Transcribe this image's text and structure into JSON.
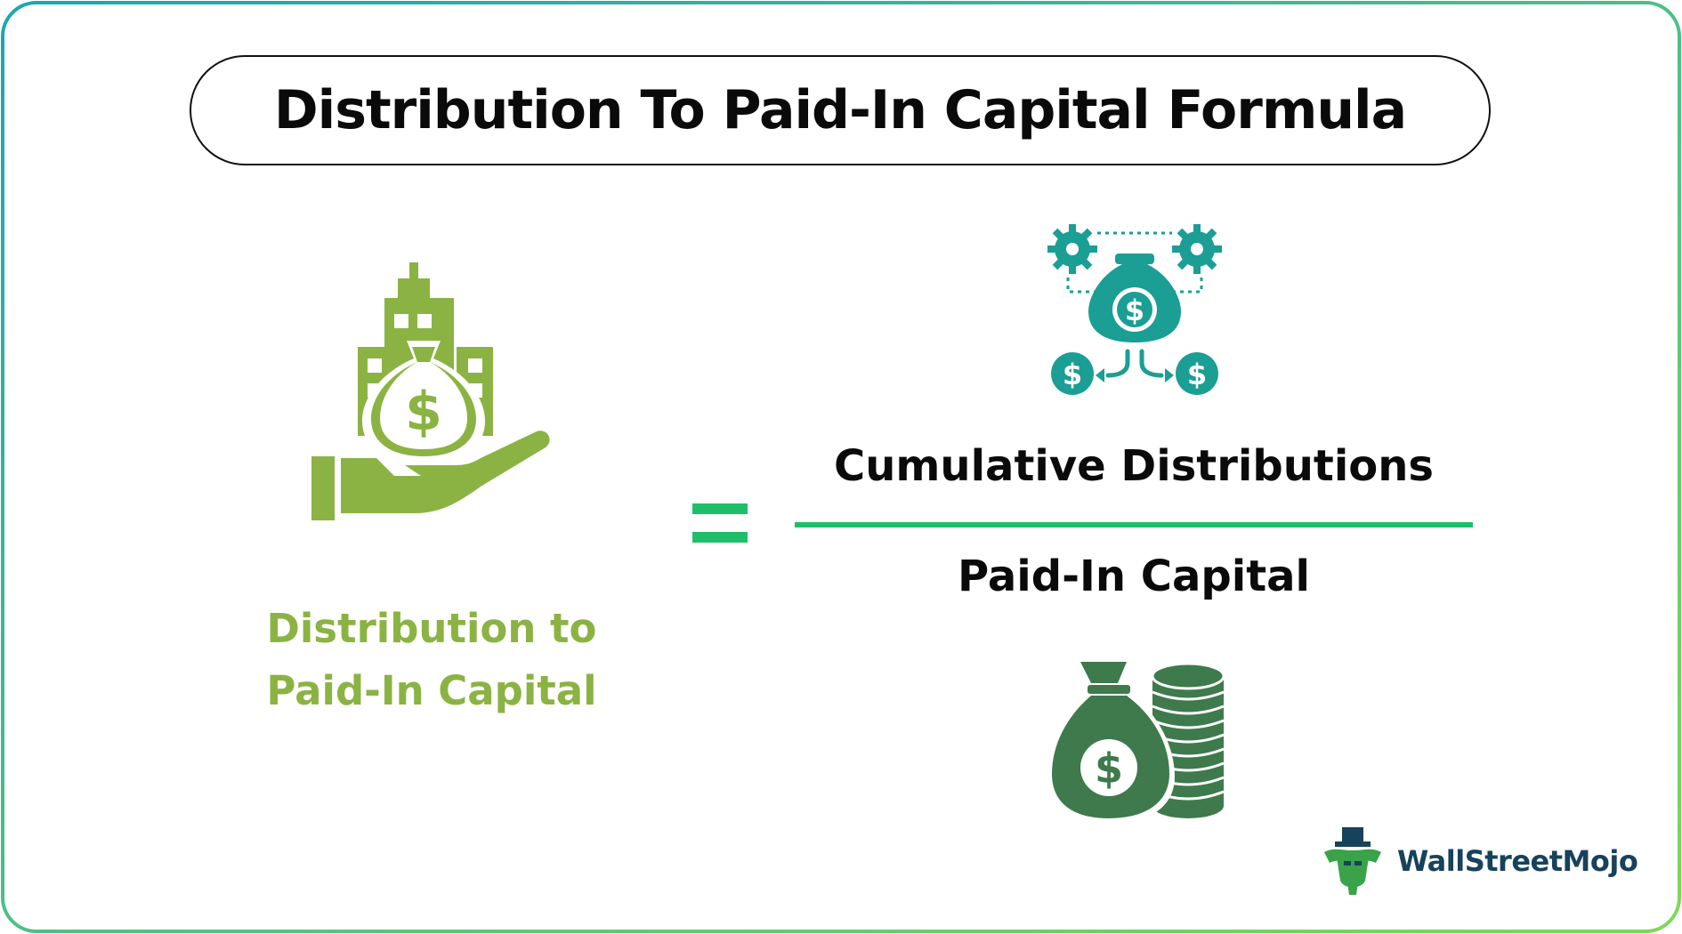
{
  "title": "Distribution To Paid-In Capital Formula",
  "lhs": {
    "line1": "Distribution to",
    "line2": "Paid-In Capital",
    "icon": "hand-holding-money-bag-buildings-icon"
  },
  "operator": "=",
  "fraction": {
    "numerator": "Cumulative Distributions",
    "denominator": "Paid-In Capital",
    "numerator_icon": "money-bag-gears-distribution-icon",
    "denominator_icon": "money-bag-coin-stack-icon"
  },
  "brand": {
    "name": "WallStreetMojo",
    "icon": "wallstreetmojo-mascot-icon"
  },
  "colors": {
    "lhs_green": "#8bb343",
    "teal": "#1b9e94",
    "dark_green": "#3e7a4c",
    "accent_green": "#1fbf6a",
    "brand_text": "#17425c",
    "frame_gradient_start": "#1aa6b7",
    "frame_gradient_end": "#7ed957"
  }
}
